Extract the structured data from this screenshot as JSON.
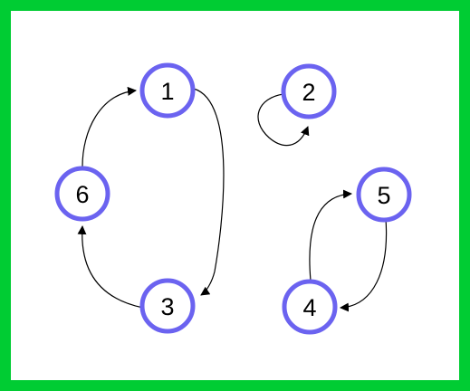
{
  "diagram": {
    "frame_color": "#00cc33",
    "node_stroke_color": "#6b63f0",
    "edge_color": "#000000",
    "nodes": [
      {
        "id": "n1",
        "label": "1"
      },
      {
        "id": "n2",
        "label": "2"
      },
      {
        "id": "n3",
        "label": "3"
      },
      {
        "id": "n4",
        "label": "4"
      },
      {
        "id": "n5",
        "label": "5"
      },
      {
        "id": "n6",
        "label": "6"
      }
    ],
    "edges": [
      {
        "from": "1",
        "to": "3"
      },
      {
        "from": "3",
        "to": "6"
      },
      {
        "from": "6",
        "to": "1"
      },
      {
        "from": "2",
        "to": "2"
      },
      {
        "from": "4",
        "to": "5"
      },
      {
        "from": "5",
        "to": "4"
      }
    ]
  }
}
